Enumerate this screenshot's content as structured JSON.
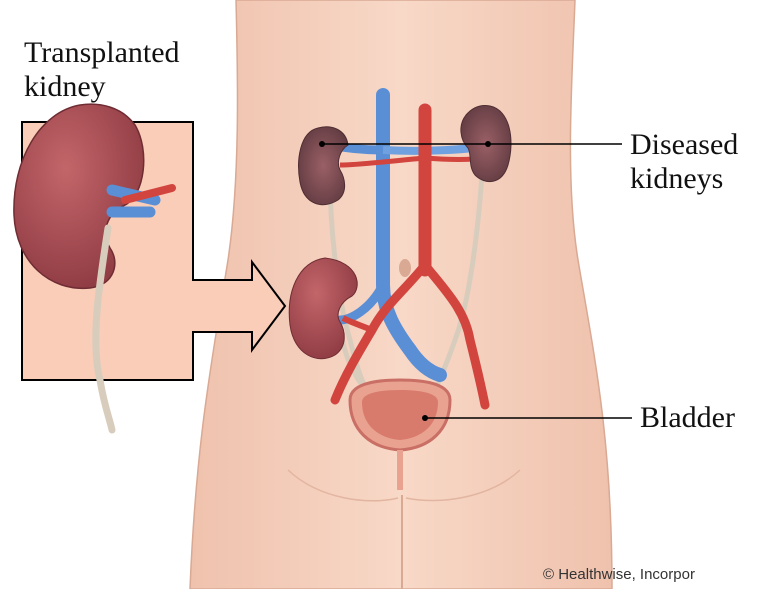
{
  "labels": {
    "transplanted_line1": "Transplanted",
    "transplanted_line2": "kidney",
    "diseased_line1": "Diseased",
    "diseased_line2": "kidneys",
    "bladder": "Bladder"
  },
  "copyright": "© Healthwise, Incorpor",
  "colors": {
    "skin": "#f6d2c0",
    "inset_panel": "#f9cdb8",
    "kidney": "#a5474d",
    "diseased_kidney": "#7f4a50",
    "vein": "#5a8fd6",
    "artery": "#d2453f",
    "ureter": "#d8cdbd"
  }
}
